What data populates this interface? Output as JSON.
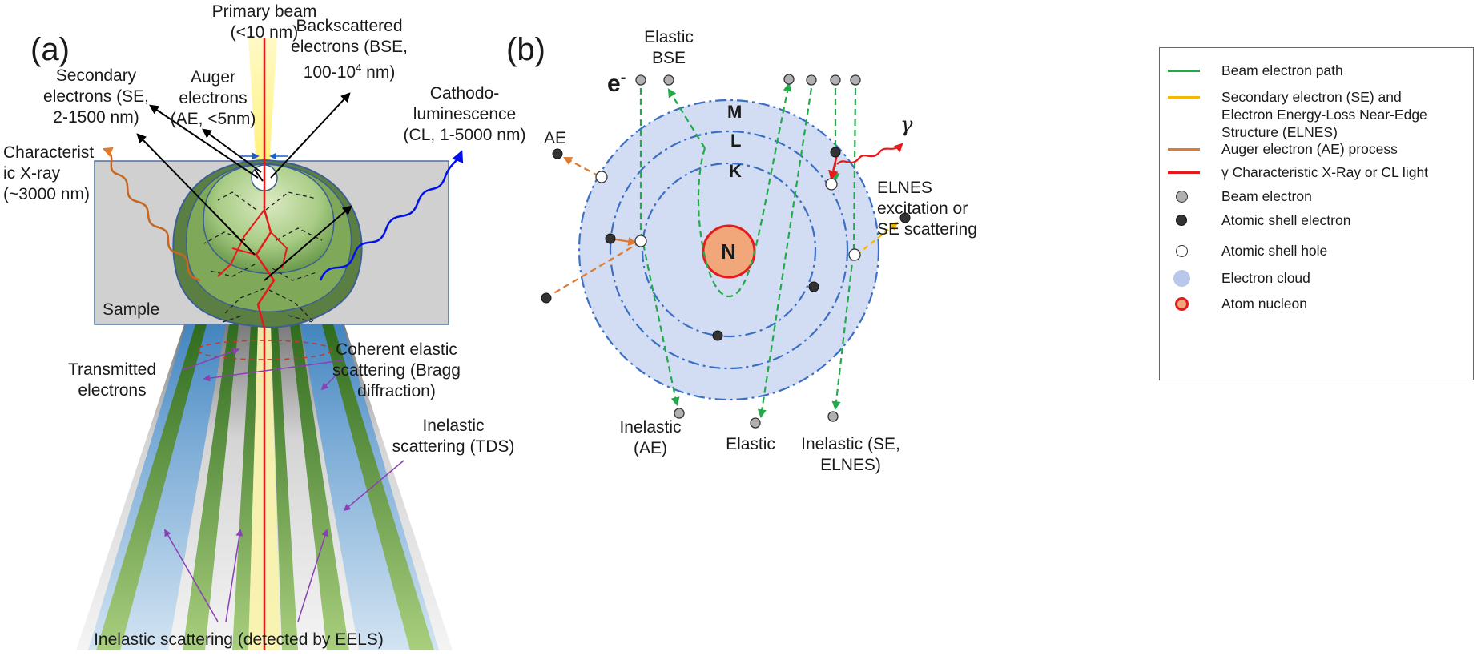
{
  "panel_a": {
    "label": "(a)",
    "primary_beam": [
      "Primary beam",
      "(<10 nm)"
    ],
    "secondary_electrons": [
      "Secondary",
      "electrons (SE,",
      "2-1500 nm)"
    ],
    "auger_electrons": [
      "Auger",
      "electrons",
      "(AE, <5nm)"
    ],
    "backscattered_electrons": [
      "Backscattered",
      "electrons (BSE,",
      "100-10",
      "4",
      " nm)"
    ],
    "cathodoluminescence": [
      "Cathodo-",
      "luminescence",
      "(CL, 1-5000 nm)"
    ],
    "characteristic_xray": [
      "Characterist",
      "ic X-ray",
      "(~3000 nm)"
    ],
    "sample": "Sample",
    "transmitted_electrons": [
      "Transmitted",
      "electrons"
    ],
    "coherent_elastic": [
      "Coherent elastic",
      "scattering (Bragg",
      "diffraction)"
    ],
    "inelastic_tds": [
      "Inelastic",
      "scattering (TDS)"
    ],
    "inelastic_eels": "Inelastic scattering (detected by EELS)"
  },
  "panel_b": {
    "label": "(b)",
    "elastic_bse": [
      "Elastic",
      "BSE"
    ],
    "incident_electron": "e",
    "incident_superscript": "-",
    "shells": {
      "m": "M",
      "l": "L",
      "k": "K"
    },
    "nucleus": "N",
    "ae": "AE",
    "gamma": "γ",
    "elnes": [
      "ELNES",
      "excitation or",
      "SE scattering"
    ],
    "inelastic_ae": [
      "Inelastic",
      "(AE)"
    ],
    "elastic": "Elastic",
    "inelastic_se": [
      "Inelastic (SE,",
      "ELNES)"
    ]
  },
  "legend": [
    {
      "symbol": "line",
      "color": "#22aa4a",
      "text": [
        "Beam electron path"
      ]
    },
    {
      "symbol": "line",
      "color": "#f5b800",
      "text": [
        "Secondary electron (SE) and",
        "Electron Energy-Loss Near-Edge",
        "Structure (ELNES)"
      ]
    },
    {
      "symbol": "line",
      "color": "#e07a2e",
      "text": [
        "Auger electron (AE) process"
      ]
    },
    {
      "symbol": "line",
      "color": "#e8191b",
      "text": [
        "γ Characteristic X-Ray or CL light"
      ]
    },
    {
      "symbol": "dot-grey",
      "color": "#b0b0b0",
      "text": [
        "Beam electron"
      ]
    },
    {
      "symbol": "dot-dark",
      "color": "#3a3a3a",
      "text": [
        "Atomic shell electron"
      ]
    },
    {
      "symbol": "dot-hollow",
      "color": "#ffffff",
      "text": [
        "Atomic shell hole"
      ]
    },
    {
      "symbol": "dot-cloud",
      "color": "#b9c7ea",
      "text": [
        "Electron cloud"
      ]
    },
    {
      "symbol": "dot-nucleon",
      "color": "#f2a77a",
      "text": [
        "Atom nucleon"
      ]
    }
  ]
}
